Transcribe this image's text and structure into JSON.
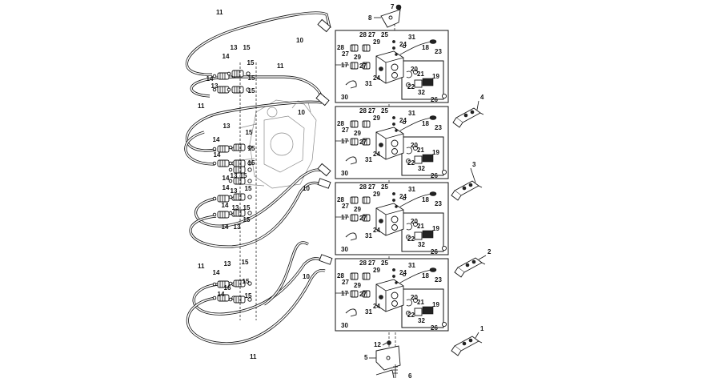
{
  "callouts": {
    "hoses": {
      "h11": "11",
      "h10": "10",
      "h12": "12"
    },
    "bracket_top": {
      "n7": "7",
      "n8": "8"
    },
    "bracket_bottom": {
      "n5": "5",
      "n6": "6"
    },
    "valve_labels": {
      "l17": "17",
      "l18": "18",
      "l19": "19",
      "l20": "20",
      "l21": "21",
      "l22": "22",
      "l23": "23",
      "l24": "24",
      "l25": "25",
      "l26": "26",
      "l27": "27",
      "l28": "28",
      "l29": "29",
      "l30": "30",
      "l31": "31",
      "l32": "32"
    },
    "coupler_labels": {
      "c13": "13",
      "c14": "14",
      "c15": "15",
      "c16": "16"
    },
    "outlets": {
      "o1": "1",
      "o2": "2",
      "o3": "3",
      "o4": "4"
    }
  }
}
